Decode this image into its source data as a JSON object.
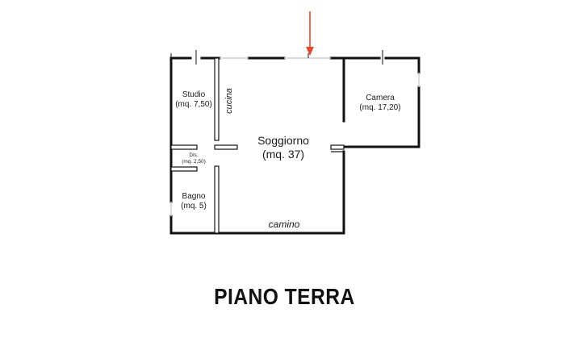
{
  "rooms": {
    "studio": {
      "name": "Studio",
      "area": "(mq. 7,50)"
    },
    "cucina": {
      "name": "cucina"
    },
    "soggiorno": {
      "name": "Soggiorno",
      "area": "(mq. 37)"
    },
    "camera": {
      "name": "Camera",
      "area": "(mq. 17,20)"
    },
    "disimpegno": {
      "name": "Dis.",
      "area": "(mq. 2,50)"
    },
    "bagno": {
      "name": "Bagno",
      "area": "(mq. 5)"
    },
    "camino": {
      "name": "camino"
    }
  },
  "footer": {
    "title": "PIANO TERRA"
  },
  "colors": {
    "walls": "#111111",
    "arrow": "#e0492b",
    "window": "#cfcfcf"
  }
}
